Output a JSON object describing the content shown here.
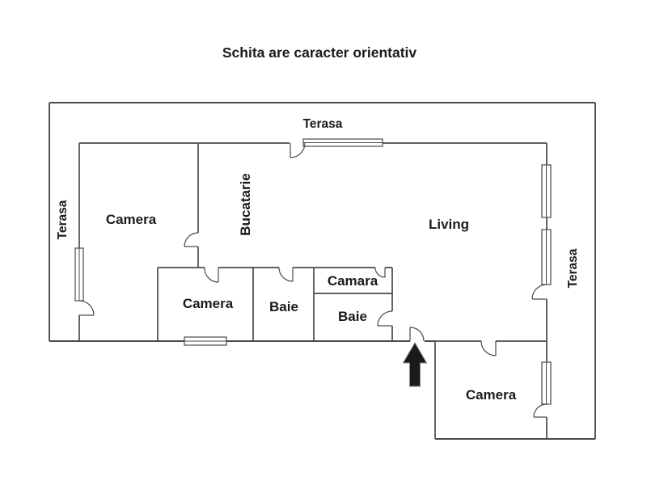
{
  "title": "Schita are caracter orientativ",
  "rooms": {
    "terasa_top": "Terasa",
    "terasa_left": "Terasa",
    "terasa_right": "Terasa",
    "camera_top_left": "Camera",
    "bucatarie": "Bucatarie",
    "living": "Living",
    "camera_middle": "Camera",
    "baie_1": "Baie",
    "camara": "Camara",
    "baie_2": "Baie",
    "camera_bottom_right": "Camera"
  },
  "icons": {
    "entrance_arrow": "up-arrow"
  },
  "colors": {
    "wall": "#4a4a4a",
    "text": "#1a1a1a",
    "arrow_fill": "#1a1a1a",
    "background": "#ffffff"
  }
}
